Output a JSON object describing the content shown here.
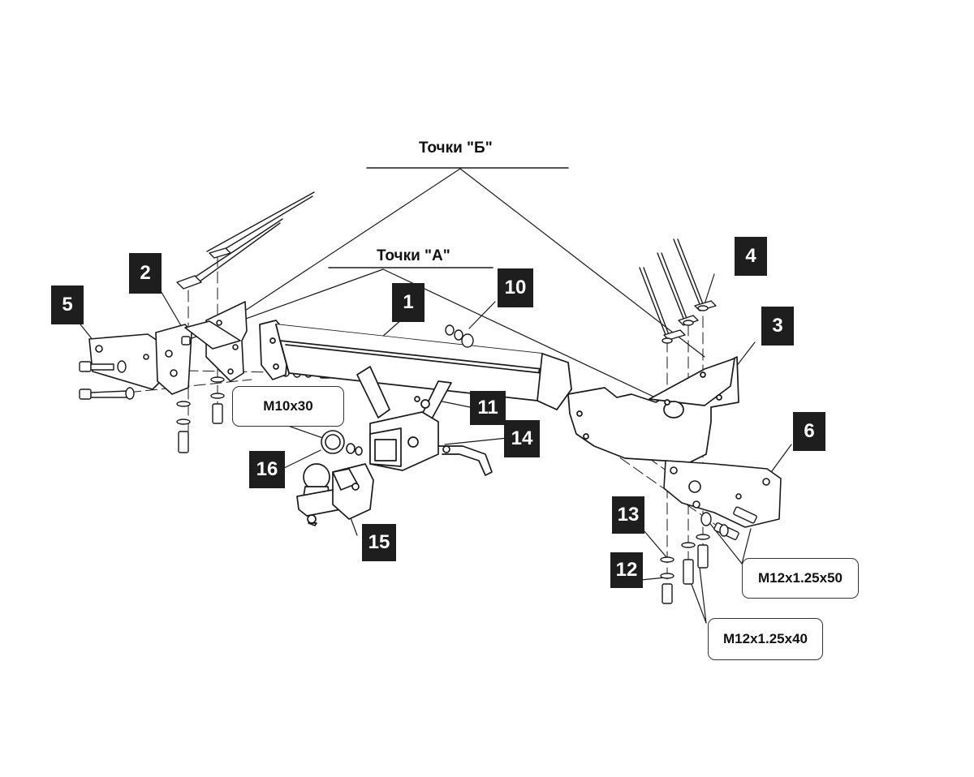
{
  "points_b_label": "Точки \"Б\"",
  "points_a_label": "Точки \"А\"",
  "part_numbers": {
    "p1": "1",
    "p2": "2",
    "p3": "3",
    "p4": "4",
    "p5": "5",
    "p6": "6",
    "p10": "10",
    "p11": "11",
    "p12": "12",
    "p13": "13",
    "p14": "14",
    "p15": "15",
    "p16": "16"
  },
  "bolt_callouts": {
    "m10x30": "M10x30",
    "m12x125x50": "M12x1.25x50",
    "m12x125x40": "M12x1.25x40"
  },
  "colors": {
    "line": "#1a1a1a",
    "label_bg": "#1e1e1e",
    "label_text": "#ffffff"
  }
}
